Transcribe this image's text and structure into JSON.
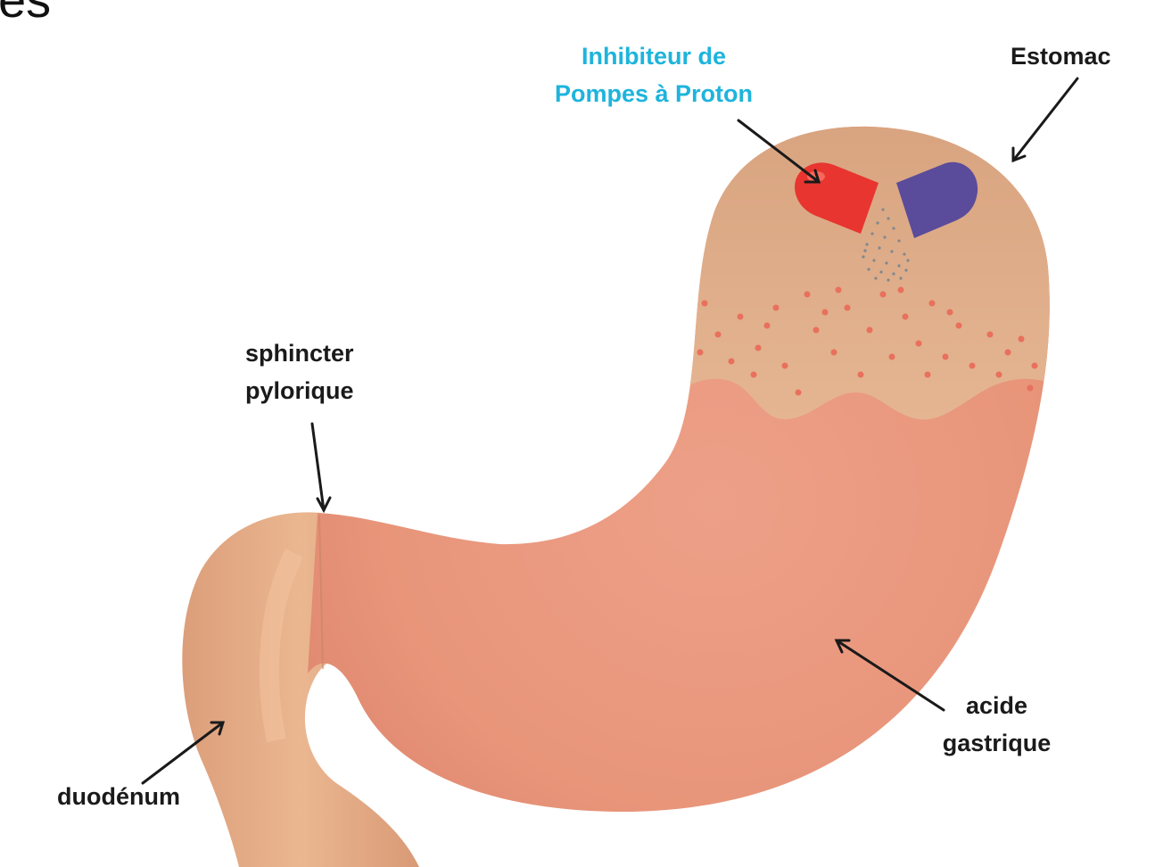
{
  "labels": {
    "ppi_line1": "Inhibiteur de",
    "ppi_line2": "Pompes à Proton",
    "estomac": "Estomac",
    "sphincter_line1": "sphincter",
    "sphincter_line2": "pylorique",
    "acide_line1": "acide",
    "acide_line2": "gastrique",
    "duodenum": "duodénum"
  },
  "cropped_text": "es",
  "colors": {
    "ppi_label": "#1eb4dc",
    "label_text": "#1a1a1a",
    "stomach_body": "#e69679",
    "stomach_top": "#d9a884",
    "duodenum": "#e2a57f",
    "capsule_red": "#e8352f",
    "capsule_blue": "#5a4c9a",
    "acid_dots": "#e8705c"
  }
}
